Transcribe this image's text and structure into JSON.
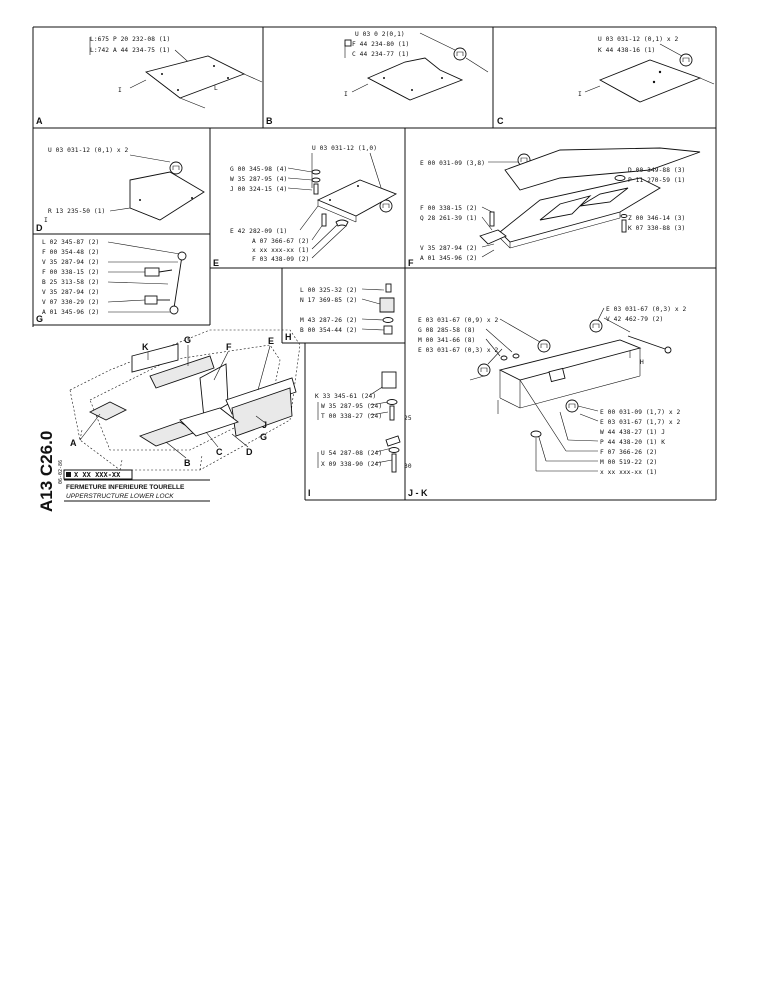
{
  "panels": {
    "A": {
      "letter": "A",
      "labels": [
        "L:675   P 20 232-08 (1)",
        "L:742   A 44 234-75 (1)"
      ],
      "dims": [
        "I",
        "L"
      ]
    },
    "B": {
      "letter": "B",
      "labels": [
        "U 03 0   2(0,1)",
        "F 44 234-80 (1)",
        "C 44 234-77 (1)"
      ],
      "dims": [
        "I"
      ]
    },
    "C": {
      "letter": "C",
      "labels": [
        "U 03 031-12 (0,1) x 2",
        "K 44 438-16 (1)"
      ],
      "dims": [
        "I"
      ]
    },
    "D": {
      "letter": "D",
      "labels": [
        "U 03 031-12 (0,1) x 2",
        "R 13 235-50 (1)"
      ],
      "dims": [
        "I"
      ]
    },
    "E": {
      "letter": "E",
      "labels": [
        "U 03 031-12 (1,0)",
        "G 00 345-98 (4)",
        "W 35 287-95 (4)",
        "J 00 324-15 (4)",
        "E 42 282-09 (1)",
        "A 07 366-67 (2)",
        "x xx xxx-xx (1)",
        "F 03 438-09 (2)"
      ]
    },
    "F": {
      "letter": "F",
      "labels": [
        "E 00 031-09 (3,8)",
        "D 00 349-88 (3)",
        "P 11 270-59 (1)",
        "F 00 338-15 (2)",
        "Q 28 261-39 (1)",
        "Z 00 346-14 (3)",
        "K 07 330-88 (3)",
        "V 35 287-94 (2)",
        "A 01 345-96 (2)"
      ]
    },
    "G": {
      "letter": "G",
      "labels": [
        "L 02 345-87 (2)",
        "F 00 354-48 (2)",
        "V 35 287-94 (2)",
        "F 00 338-15 (2)",
        "B 25 313-58 (2)",
        "V 35 287-94 (2)",
        "V 07 330-29 (2)",
        "A 01 345-96 (2)"
      ]
    },
    "H": {
      "letter": "H",
      "labels": [
        "L 00 325-32 (2)",
        "N 17 369-85 (2)",
        "M 43 287-26 (2)",
        "B 00 354-44 (2)"
      ]
    },
    "I": {
      "letter": "I",
      "labels": [
        "K 33 345-61 (24)",
        "W 35 287-95 (24)",
        "T 00 338-27 (24)",
        "U 54 287-08 (24)",
        "X 09 338-90 (24)"
      ],
      "dims": [
        "25",
        "30"
      ]
    },
    "JK": {
      "letter": "J - K",
      "labels": [
        "E 03 031-67 (0,3) x 2",
        "V 42 462-79 (2)",
        "E 03 031-67 (0,9) x 2",
        "G 08 285-58 (8)",
        "M 00 341-66 (8)",
        "E 03 031-67 (0,3) x 2",
        "E 00 031-09 (1,7) x 2",
        "E 03 031-67 (1,7) x 2",
        "W 44 438-27 (1) J",
        "P 44 438-20 (1) K",
        "F 07 366-26 (2)",
        "M 00 519-22 (2)",
        "x xx xxx-xx (1)"
      ],
      "callouts": [
        "H"
      ]
    }
  },
  "overview": {
    "letters": [
      "K",
      "G",
      "F",
      "E",
      "J",
      "G",
      "A",
      "B",
      "C",
      "D"
    ]
  },
  "title_block": {
    "doc_code": "A13 C26.0",
    "part_number": "X  XX XXX-XX",
    "date": "06-02-86",
    "title_fr": "FERMETURE INFERIEURE TOURELLE",
    "title_en": "UPPERSTRUCTURE LOWER LOCK"
  },
  "colors": {
    "ink": "#111111",
    "paper": "#ffffff"
  }
}
